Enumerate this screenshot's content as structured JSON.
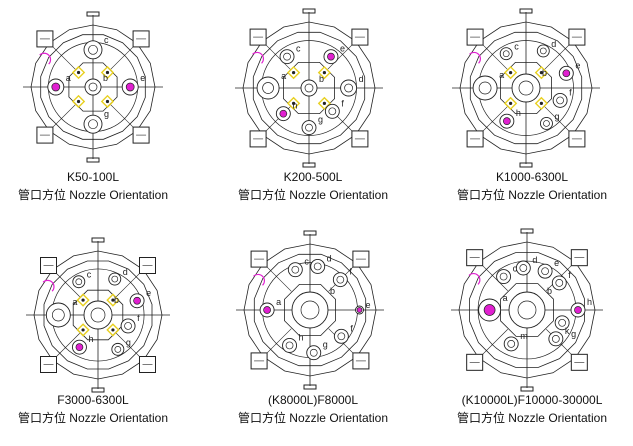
{
  "diagrams": [
    {
      "model": "K50-100L",
      "caption": "管口方位 Nozzle Orientation",
      "nozzles": [
        "a",
        "b",
        "c",
        "e",
        "g"
      ]
    },
    {
      "model": "K200-500L",
      "caption": "管口方位 Nozzle Orientation",
      "nozzles": [
        "a",
        "b",
        "c",
        "d",
        "e",
        "f",
        "g",
        "h"
      ]
    },
    {
      "model": "K1000-6300L",
      "caption": "管口方位 Nozzle Orientation",
      "nozzles": [
        "a",
        "b",
        "c",
        "d",
        "e",
        "f",
        "g",
        "h"
      ]
    },
    {
      "model": "F3000-6300L",
      "caption": "管口方位 Nozzle Orientation",
      "nozzles": [
        "a",
        "b",
        "c",
        "d",
        "e",
        "f",
        "g",
        "h"
      ]
    },
    {
      "model": "(K8000L)F8000L",
      "caption": "管口方位 Nozzle Orientation",
      "nozzles": [
        "a",
        "b",
        "c",
        "d",
        "e",
        "f",
        "f",
        "g",
        "h"
      ]
    },
    {
      "model": "(K10000L)F10000-30000L",
      "caption": "管口方位 Nozzle Orientation",
      "nozzles": [
        "a",
        "b",
        "c",
        "d",
        "e",
        "f",
        "g",
        "h",
        "k",
        "m"
      ]
    }
  ],
  "colors": {
    "line": "#222222",
    "highlight": "#e020d0",
    "marker": "#e8d020"
  }
}
